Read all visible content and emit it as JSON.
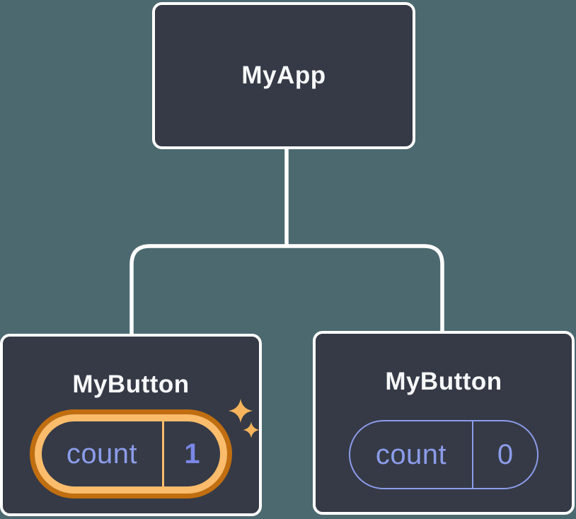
{
  "tree": {
    "root": {
      "label": "MyApp"
    },
    "children": [
      {
        "label": "MyButton",
        "state": {
          "key": "count",
          "value": "1"
        },
        "highlighted": true
      },
      {
        "label": "MyButton",
        "state": {
          "key": "count",
          "value": "0"
        },
        "highlighted": false
      }
    ]
  },
  "colors": {
    "background": "#4c6970",
    "node_background": "#353a46",
    "node_border": "#ffffff",
    "connector": "#ffffff",
    "label_text": "#f7f8f9",
    "state_text": "#8c9cea",
    "state_value_highlight": "#7b87e6",
    "highlight_ring_outer": "#c06e10",
    "highlight_ring_inner": "#fbbc6c",
    "sparkle": "#f7b45c"
  }
}
